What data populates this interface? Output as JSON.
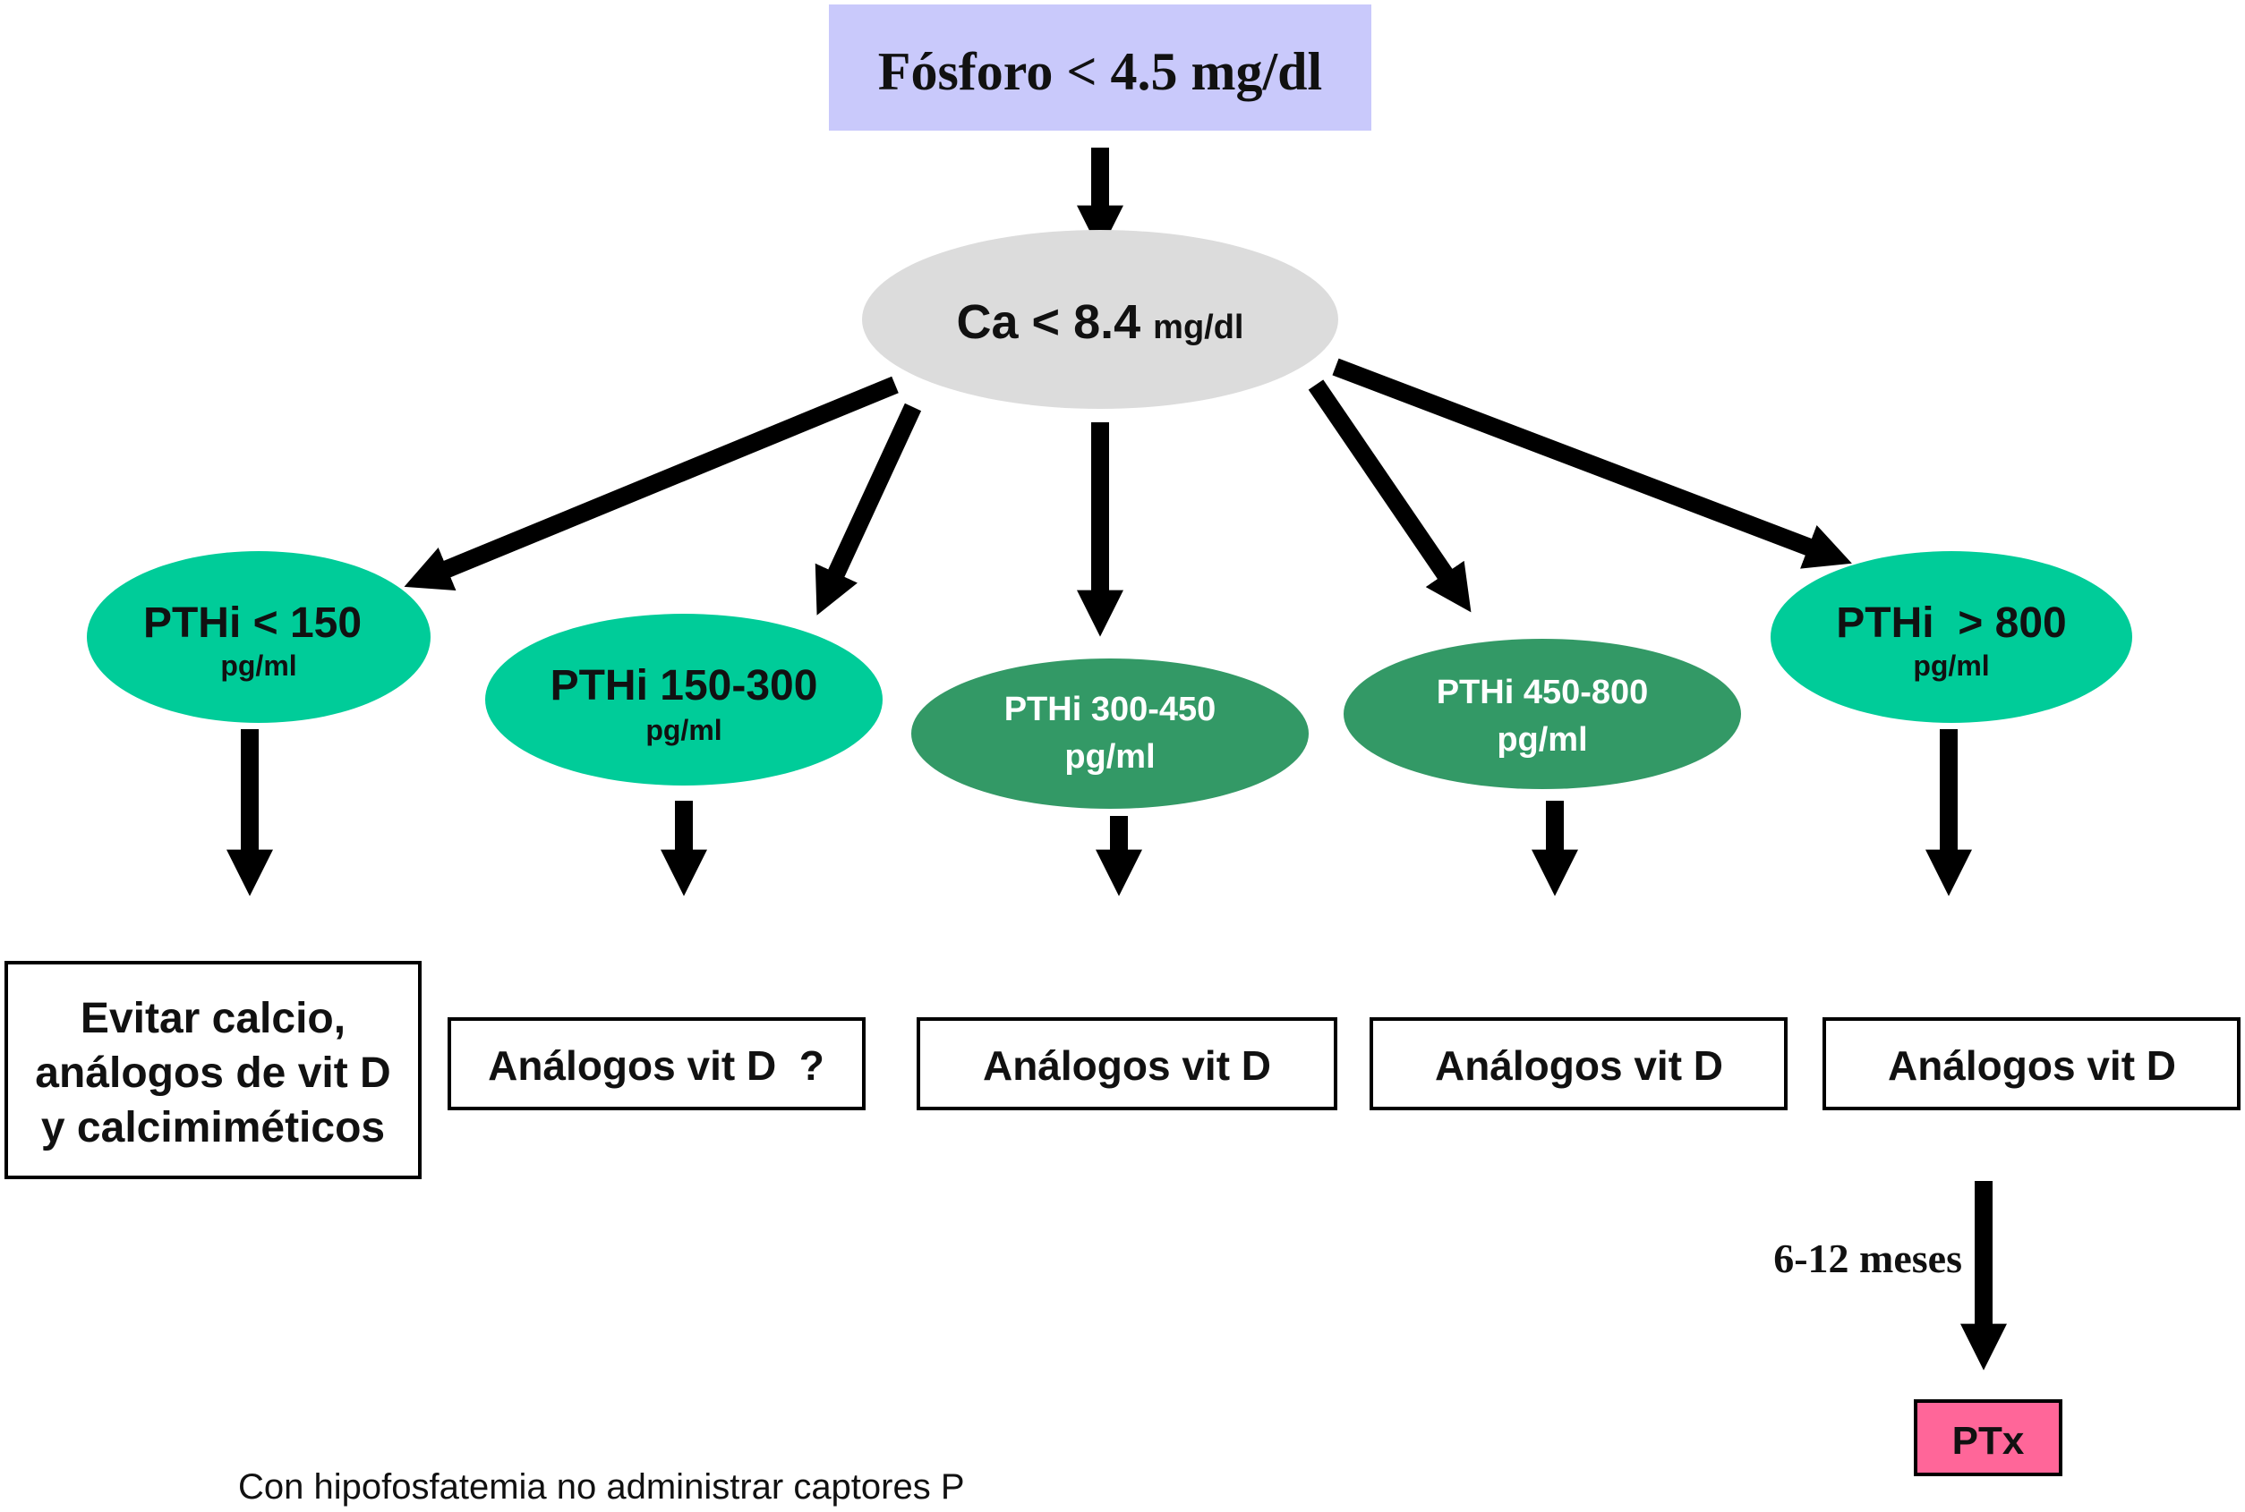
{
  "title": "Fósforo < 4.5 mg/dl",
  "calcium": {
    "main": "Ca < 8.4",
    "unit": "mg/dl"
  },
  "pth_groups": [
    {
      "range": "PTHi < 150",
      "unit": "pg/ml",
      "action_lines": [
        "Evitar calcio,",
        "análogos de vit D",
        "y calcimiméticos"
      ]
    },
    {
      "range": "PTHi  150-300",
      "unit": "pg/ml",
      "action_lines": [
        "Análogos vit D  ?"
      ]
    },
    {
      "range": "PTHi 300-450",
      "unit": "pg/ml",
      "action_lines": [
        "Análogos vit D"
      ]
    },
    {
      "range": "PTHi 450-800",
      "unit": "pg/ml",
      "action_lines": [
        "Análogos vit D"
      ]
    },
    {
      "range": "PTHi  > 800",
      "unit": "pg/ml",
      "action_lines": [
        "Análogos vit D"
      ]
    }
  ],
  "followup": {
    "interval": "6-12 meses",
    "outcome": "PTx"
  },
  "footnote": "Con hipofosfatemia no administrar captores P",
  "colors": {
    "title_box": "#c9c9fb",
    "calcium_ellipse": "#dcdcdc",
    "ellipse_light": "#00cc99",
    "ellipse_dark": "#339966",
    "outcome_box": "#ff6699",
    "arrow": "#000000"
  }
}
